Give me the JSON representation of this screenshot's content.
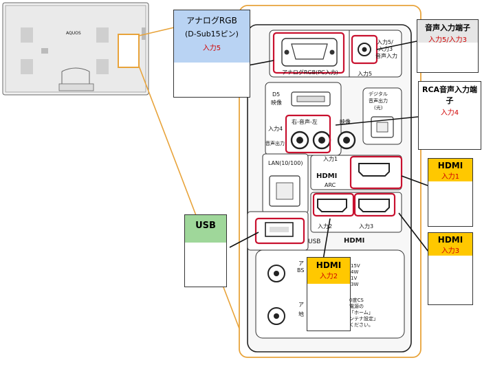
{
  "tv": {
    "logo": "AQUOS"
  },
  "callouts": {
    "analog_rgb": {
      "title": "アナログRGB",
      "subtitle": "(D-Sub15ピン)",
      "input": "入力5",
      "head_color": "#b9d3f3"
    },
    "audio_in": {
      "title": "音声入力端子",
      "input": "入力5/入力3",
      "head_color": "#e6e6e6"
    },
    "rca_audio": {
      "title": "RCA音声入力端子",
      "input": "入力4",
      "head_color": "#ffffff"
    },
    "hdmi1": {
      "title": "HDMI",
      "input": "入力1",
      "head_color": "#ffc800"
    },
    "hdmi3": {
      "title": "HDMI",
      "input": "入力3",
      "head_color": "#ffc800"
    },
    "hdmi2": {
      "title": "HDMI",
      "input": "入力2",
      "head_color": "#ffc800"
    },
    "usb": {
      "title": "USB",
      "head_color": "#9fd79a"
    }
  },
  "panel": {
    "analog_rgb_label": "アナログRGB(PC入力)",
    "input5_text": "入力5/",
    "input3_text": "入力3",
    "audio_in_text": "音声入力",
    "input5_bottom": "入力5",
    "d5_label": "D5",
    "d5_sub": "映像",
    "digital_audio_1": "デジタル",
    "digital_audio_2": "音声出力",
    "digital_audio_3": "(光)",
    "rca_lr": "右-音声-左",
    "video": "映像",
    "input4": "入力4",
    "audio_out": "音声出力",
    "lan": "LAN(10/100)",
    "input1": "入力1",
    "hdmi_logo": "HDMI",
    "arc": "ARC",
    "input2": "入力2",
    "input3": "入力3",
    "usb_label": "USB",
    "hdmi_logo2": "HDMI",
    "bs_label": "BS",
    "power_lines": [
      "15V",
      "4W",
      "1V",
      "3W"
    ],
    "cs_note": [
      "0度CS",
      "電源の",
      "「ホーム」",
      "ンテナ設定」",
      "ください。"
    ],
    "ant_a": "ア",
    "ant_chi": "地"
  },
  "colors": {
    "orange_line": "#e8a33a",
    "highlight_red": "#c8102e",
    "panel_bg": "#f5f5f5"
  }
}
